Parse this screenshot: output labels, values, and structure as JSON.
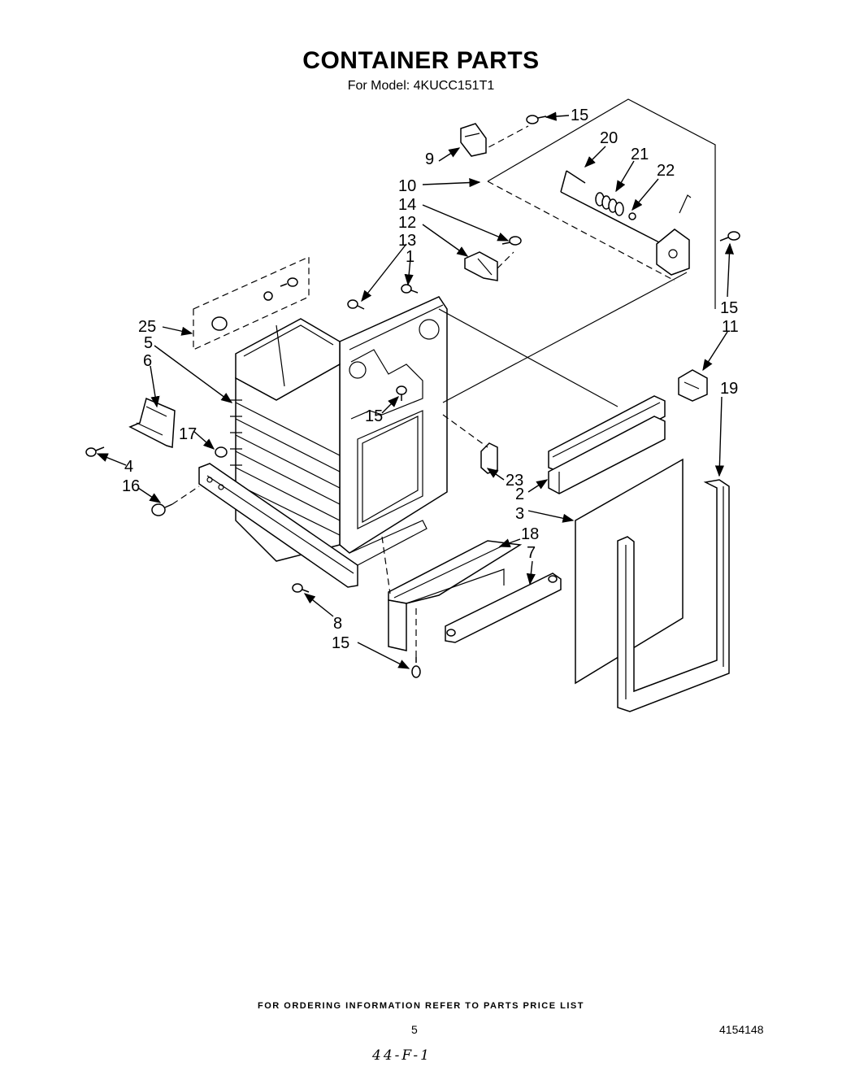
{
  "header": {
    "title": "CONTAINER PARTS",
    "subtitle": "For Model: 4KUCC151T1"
  },
  "callouts": {
    "c1": "1",
    "c2": "2",
    "c3": "3",
    "c4": "4",
    "c5": "5",
    "c6": "6",
    "c7": "7",
    "c8": "8",
    "c9": "9",
    "c10": "10",
    "c11": "11",
    "c12": "12",
    "c13": "13",
    "c14": "14",
    "c15a": "15",
    "c15b": "15",
    "c15c": "15",
    "c15d": "15",
    "c16": "16",
    "c17": "17",
    "c18": "18",
    "c19": "19",
    "c20": "20",
    "c21": "21",
    "c22": "22",
    "c23": "23",
    "c25": "25"
  },
  "footer": {
    "ordering_note": "FOR ORDERING INFORMATION REFER TO PARTS PRICE LIST",
    "page_number": "5",
    "document_number": "4154148",
    "handwritten_note": "44-F-1"
  }
}
